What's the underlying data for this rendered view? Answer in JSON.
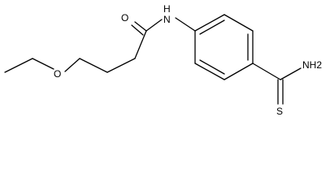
{
  "molecule": {
    "atoms": {
      "oxygen_carbonyl": "O",
      "nitrogen_amide": "N",
      "hydrogen_amide": "H",
      "oxygen_ether": "O",
      "nitrogen_thioamide": "NH2",
      "sulfur": "S"
    }
  },
  "colors": {
    "bond": "#000000",
    "background": "#ffffff"
  }
}
